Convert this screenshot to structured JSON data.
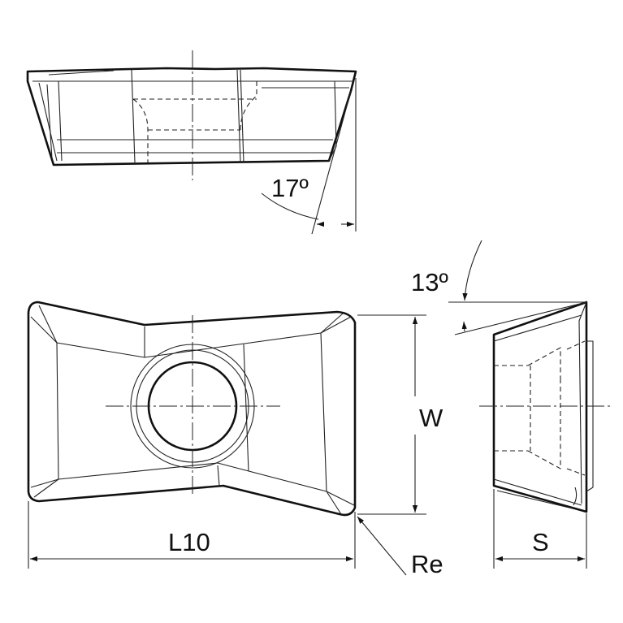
{
  "dimensions": {
    "top_angle": "17º",
    "side_angle": "13º",
    "width": "W",
    "length": "L10",
    "corner_radius": "Re",
    "thickness": "S"
  },
  "colors": {
    "line": "#111111",
    "background": "#ffffff"
  }
}
